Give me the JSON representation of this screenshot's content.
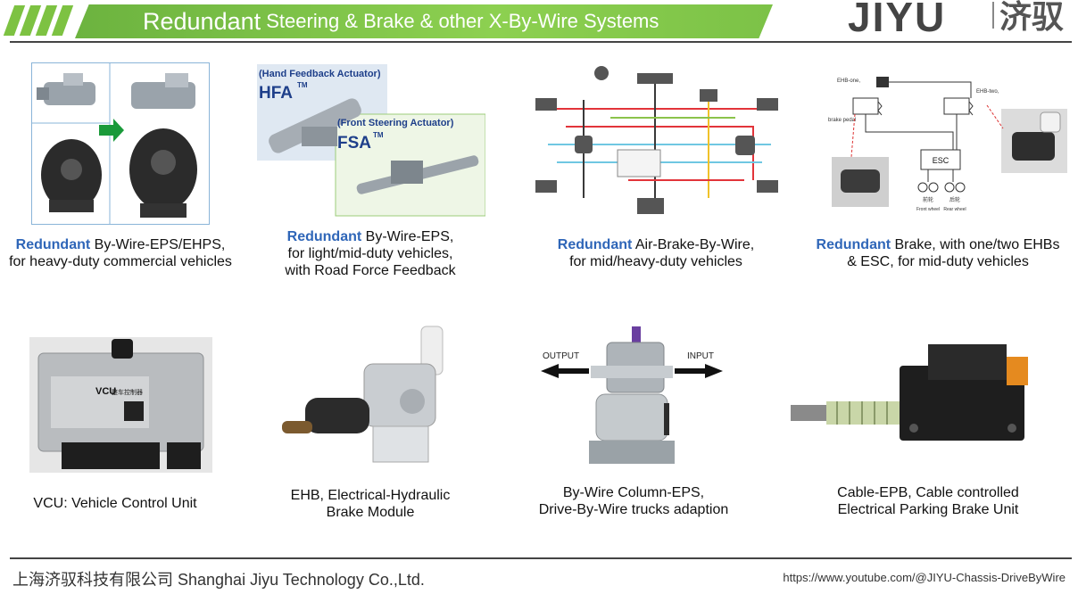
{
  "header": {
    "title_main": "Redundant",
    "title_rest": " Steering & Brake & other X-By-Wire Systems",
    "logo_latin": "JIYU",
    "logo_cn": "济驭",
    "accent_color": "#7dc242"
  },
  "panels": [
    {
      "highlight": "Redundant",
      "line1_rest": " By-Wire-EPS/EHPS,",
      "line2": "for heavy-duty commercial vehicles",
      "line3": ""
    },
    {
      "highlight": "Redundant",
      "line1_rest": " By-Wire-EPS,",
      "line2": "for light/mid-duty vehicles,",
      "line3": "with Road Force Feedback",
      "image_labels": {
        "hfa_caption": "(Hand Feedback Actuator)",
        "hfa": "HFA",
        "fsa_caption": "(Front Steering Actuator)",
        "fsa": "FSA",
        "tm": "TM"
      }
    },
    {
      "highlight": "Redundant",
      "line1_rest": " Air-Brake-By-Wire,",
      "line2": "for mid/heavy-duty vehicles",
      "line3": ""
    },
    {
      "highlight": "Redundant",
      "line1_rest": " Brake, with one/two EHBs",
      "line2": "& ESC, for mid-duty vehicles",
      "line3": "",
      "image_labels": {
        "esc": "ESC",
        "ehb_one": "EHB-one,",
        "ehb_two": "EHB-two,",
        "brake_pedal": "brake pedal",
        "front": "Front wheel",
        "rear": "Rear wheel",
        "front_cn": "前轮",
        "rear_cn": "后轮"
      }
    },
    {
      "line1": "VCU: Vehicle Control Unit",
      "line2": "",
      "image_labels": {
        "vcu": "VCU",
        "vcu_cn": "整车控制器"
      }
    },
    {
      "line1": "EHB, Electrical-Hydraulic",
      "line2": "Brake Module"
    },
    {
      "line1": "By-Wire Column-EPS,",
      "line2": "Drive-By-Wire trucks adaption",
      "image_labels": {
        "output": "OUTPUT",
        "input": "INPUT"
      }
    },
    {
      "line1": "Cable-EPB, Cable controlled",
      "line2": "Electrical Parking Brake Unit"
    }
  ],
  "footer": {
    "company": "上海济驭科技有限公司 Shanghai Jiyu Technology Co.,Ltd.",
    "url": "https://www.youtube.com/@JIYU-Chassis-DriveByWire"
  }
}
